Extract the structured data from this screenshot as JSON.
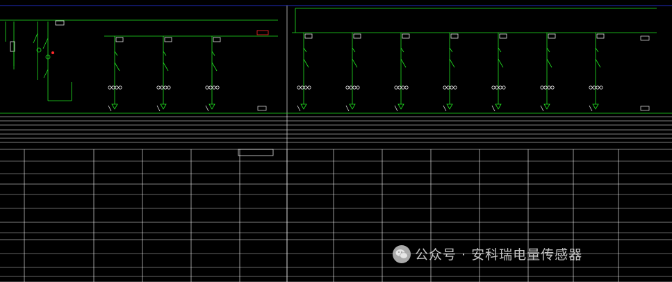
{
  "watermark": {
    "text": "公众号 · 安科瑞电量传感器",
    "icon": "wechat-icon"
  },
  "colors": {
    "background": "#000000",
    "busbar": "#22e622",
    "grid": "#ffffff",
    "blue_frame": "#2b3cff",
    "warning": "#ff2a2a",
    "label": "#e8e8e8"
  },
  "panels": [
    {
      "feeders": 3
    },
    {
      "feeders": 7
    }
  ]
}
